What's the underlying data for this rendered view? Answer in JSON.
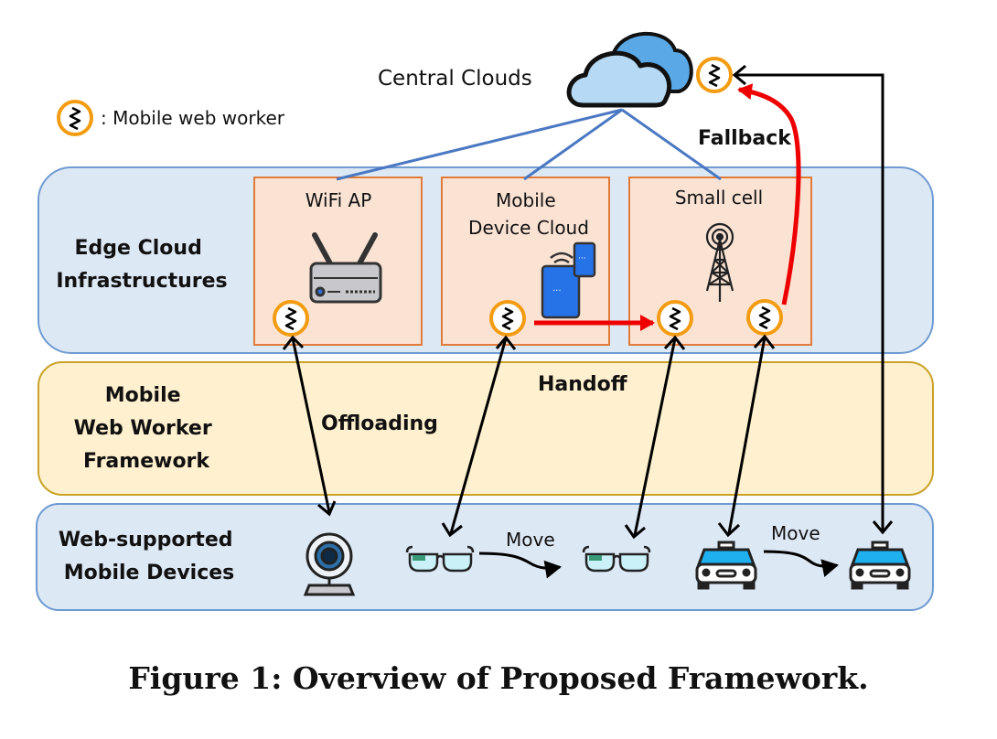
{
  "legend": {
    "label": ": Mobile web worker",
    "icon": "mobile-web-worker-icon"
  },
  "central_cloud": {
    "label": "Central Clouds",
    "icon": "cloud-icon"
  },
  "layers": {
    "edge": {
      "label_lines": [
        "Edge Cloud",
        "Infrastructures"
      ],
      "fill": "#dde8f5",
      "stroke": "#6f9bd1"
    },
    "framework": {
      "label_lines": [
        "Mobile",
        "Web Worker",
        "Framework"
      ],
      "fill": "#fff1cf",
      "stroke": "#c9a227"
    },
    "devices": {
      "label_lines": [
        "Web-supported",
        "Mobile Devices"
      ],
      "fill": "#dde8f5",
      "stroke": "#6f9bd1"
    }
  },
  "edge_nodes": [
    {
      "label_lines": [
        "WiFi AP"
      ],
      "icon": "wifi-router-icon"
    },
    {
      "label_lines": [
        "Mobile",
        "Device Cloud"
      ],
      "icon": "mobile-devices-icon"
    },
    {
      "label_lines": [
        "Small cell"
      ],
      "icon": "cell-tower-icon"
    }
  ],
  "devices": [
    {
      "icon": "webcam-icon"
    },
    {
      "icon": "smart-glasses-icon"
    },
    {
      "icon": "smart-glasses-icon"
    },
    {
      "icon": "car-icon"
    },
    {
      "icon": "car-icon"
    }
  ],
  "annotations": {
    "fallback": "Fallback",
    "handoff": "Handoff",
    "offloading": "Offloading",
    "move1": "Move",
    "move2": "Move"
  },
  "colors": {
    "worker_ring": "#f39c12",
    "node_fill": "#fbe3d4",
    "node_stroke": "#e07b39",
    "link_blue": "#4a78c2",
    "red_arrow": "#ee0000"
  },
  "caption": "Figure 1: Overview of Proposed Framework."
}
